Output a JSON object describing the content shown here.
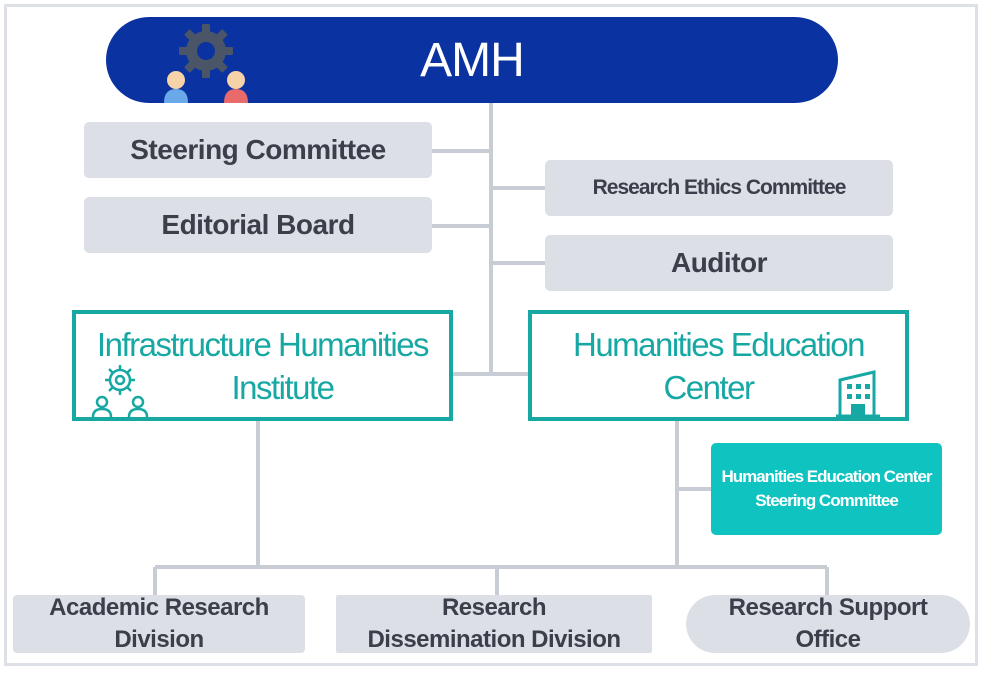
{
  "root": {
    "label": "AMH"
  },
  "left_committees": [
    {
      "label": "Steering Committee"
    },
    {
      "label": "Editorial Board"
    }
  ],
  "right_committees": [
    {
      "label": "Research Ethics Committee"
    },
    {
      "label": "Auditor"
    }
  ],
  "institute": {
    "line1": "Infrastructure Humanities",
    "line2": "Institute"
  },
  "center": {
    "line1": "Humanities Education",
    "line2": "Center"
  },
  "center_committee": {
    "line1": "Humanities Education Center",
    "line2": "Steering Committee"
  },
  "divisions": [
    {
      "line1": "Academic Research",
      "line2": "Division"
    },
    {
      "line1": "Research",
      "line2": "Dissemination Division"
    },
    {
      "line1": "Research Support",
      "line2": "Office"
    }
  ],
  "icons": [
    "gear-people-icon",
    "gear-people-outline-icon",
    "building-icon"
  ],
  "colors": {
    "root": "#0a32a0",
    "teal": "#17a8a4",
    "teal_fill": "#0fc3c0",
    "grey_box": "#dcdfe6",
    "connector": "#c8cdd5"
  }
}
